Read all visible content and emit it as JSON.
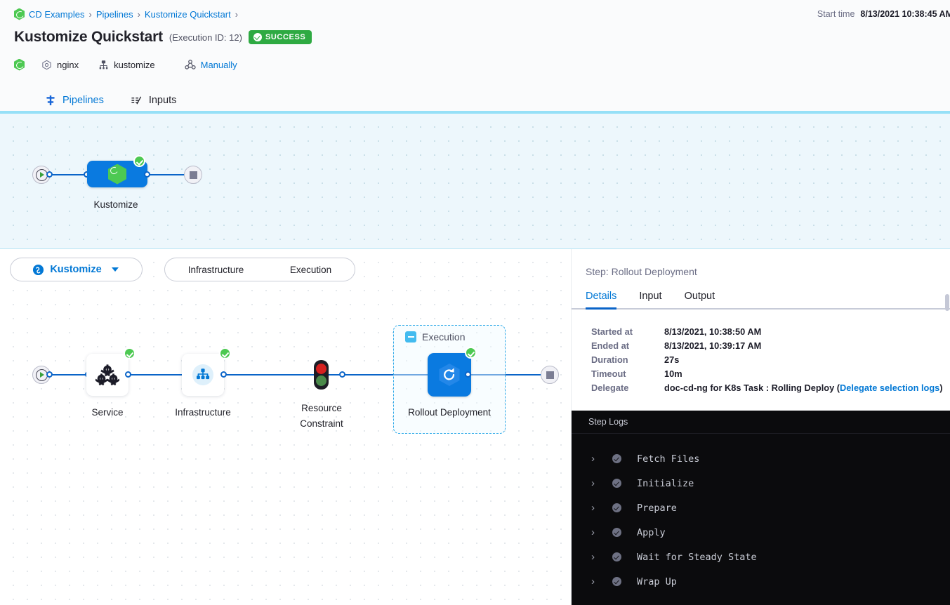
{
  "header": {
    "breadcrumb": {
      "logo_icon": "harness-hex-logo",
      "items": [
        "CD Examples",
        "Pipelines",
        "Kustomize Quickstart"
      ],
      "separator": "›"
    },
    "title": "Kustomize Quickstart",
    "execution_id": "(Execution ID: 12)",
    "status": "SUCCESS",
    "status_color": "#2eaa42",
    "meta": [
      {
        "icon": "harness-hex-logo",
        "label": ""
      },
      {
        "icon": "service-icon",
        "label": "nginx"
      },
      {
        "icon": "kustomize-icon",
        "label": "kustomize"
      },
      {
        "icon": "trigger-icon",
        "label": "Manually",
        "link": true
      }
    ],
    "start_time_label": "Start time",
    "start_time_value": "8/13/2021 10:38:45 AM",
    "tabs": [
      {
        "label": "Pipelines",
        "icon": "pipeline-icon",
        "active": true
      },
      {
        "label": "Inputs",
        "icon": "inputs-icon",
        "active": false
      }
    ]
  },
  "top_canvas": {
    "stage": {
      "label": "Kustomize",
      "status": "success",
      "icon": "harness-hex-logo"
    },
    "start_node_icon": "play-circle-icon",
    "end_node_icon": "stop-square-icon"
  },
  "stage_controls": {
    "selector_label": "Kustomize",
    "selector_icon": "kustomize-circle-icon",
    "caret_icon": "chevron-down-icon",
    "phases": [
      "Infrastructure",
      "Execution"
    ]
  },
  "graph": {
    "start_node_icon": "play-circle-icon",
    "end_node_icon": "stop-square-icon",
    "nodes": [
      {
        "label": "Service",
        "icon": "service-gears-icon",
        "status": "success"
      },
      {
        "label": "Infrastructure",
        "icon": "infrastructure-icon",
        "status": "success"
      },
      {
        "label": "Resource Constraint",
        "icon": "traffic-light-icon",
        "status": "none"
      }
    ],
    "group": {
      "label": "Execution",
      "collapse_icon": "collapse-minus-icon",
      "step": {
        "label": "Rollout Deployment",
        "icon": "rollout-refresh-icon",
        "status": "success"
      }
    }
  },
  "right_panel": {
    "step_title": "Step: Rollout Deployment",
    "tabs": [
      {
        "label": "Details",
        "active": true
      },
      {
        "label": "Input",
        "active": false
      },
      {
        "label": "Output",
        "active": false
      }
    ],
    "details": [
      {
        "key": "Started at",
        "value": "8/13/2021, 10:38:50 AM"
      },
      {
        "key": "Ended at",
        "value": "8/13/2021, 10:39:17 AM"
      },
      {
        "key": "Duration",
        "value": "27s"
      },
      {
        "key": "Timeout",
        "value": "10m"
      }
    ],
    "delegate": {
      "key": "Delegate",
      "value_prefix": "doc-cd-ng for K8s Task : Rolling Deploy (",
      "link": "Delegate selection logs",
      "value_suffix": ")"
    },
    "logs": {
      "title": "Step Logs",
      "rows": [
        {
          "label": "Fetch Files",
          "status": "success",
          "chevron": "›"
        },
        {
          "label": "Initialize",
          "status": "success",
          "chevron": "›"
        },
        {
          "label": "Prepare",
          "status": "success",
          "chevron": "›"
        },
        {
          "label": "Apply",
          "status": "success",
          "chevron": "›"
        },
        {
          "label": "Wait for Steady State",
          "status": "success",
          "chevron": "›"
        },
        {
          "label": "Wrap Up",
          "status": "success",
          "chevron": "›"
        }
      ]
    }
  }
}
